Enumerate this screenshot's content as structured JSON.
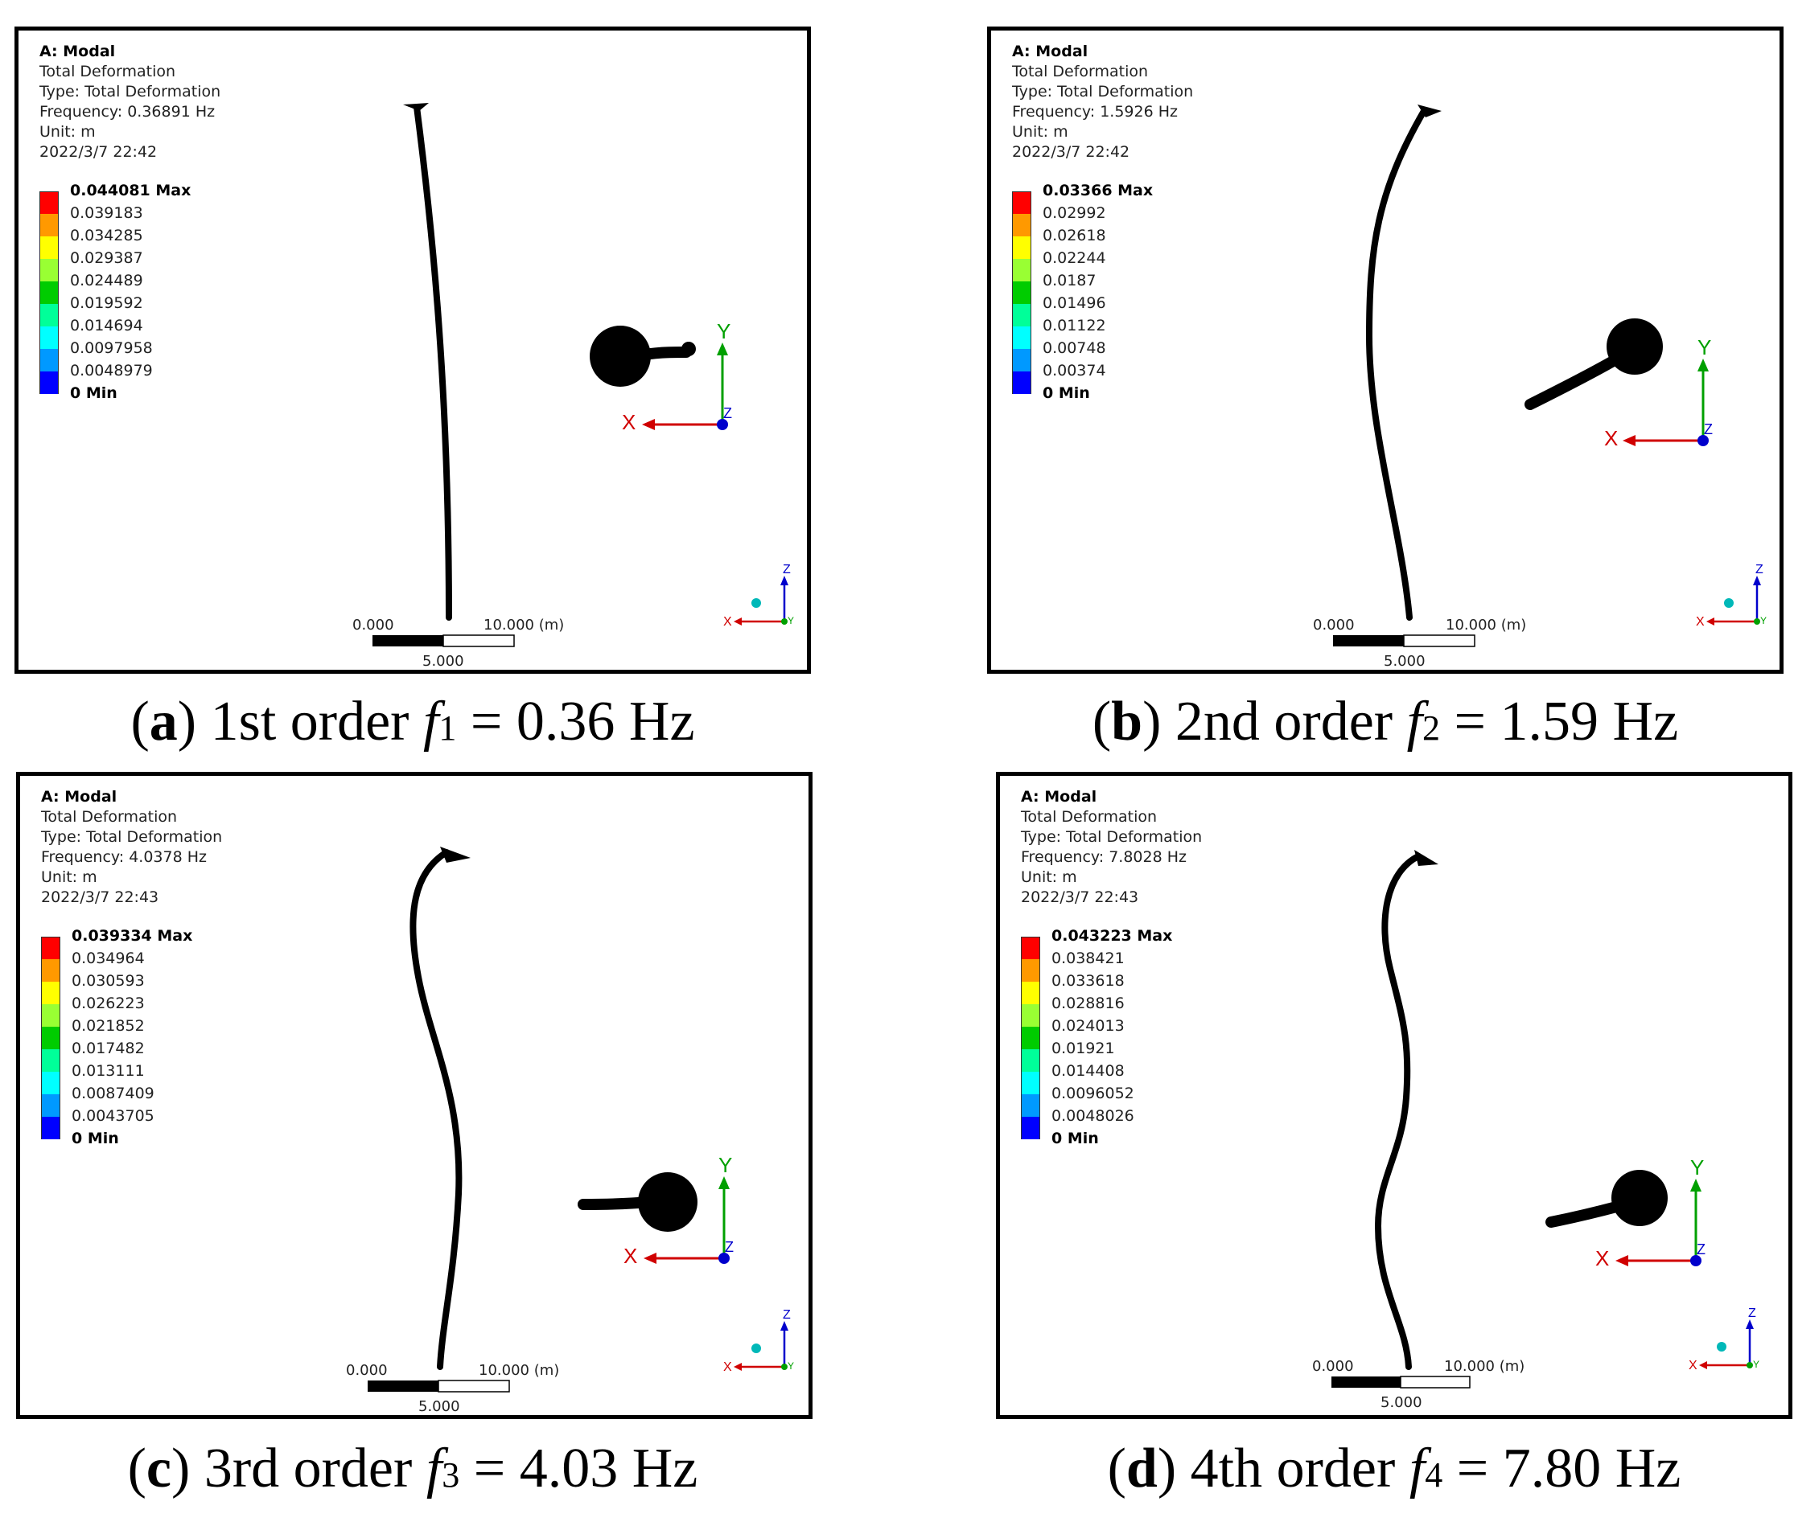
{
  "colors": {
    "legend_scale": [
      "#ff0000",
      "#ff9900",
      "#ffff00",
      "#99ff33",
      "#00cc00",
      "#00ff99",
      "#00ffff",
      "#0099ff",
      "#0000ff"
    ],
    "axis_x": "#d00000",
    "axis_y": "#00a000",
    "axis_z": "#0000cc",
    "axis_dot": "#00b8b8"
  },
  "panels": [
    {
      "info": {
        "title": "A: Modal",
        "result": "Total Deformation",
        "type": "Type: Total Deformation",
        "frequency": "Frequency: 0.36891 Hz",
        "unit": "Unit: m",
        "timestamp": "2022/3/7 22:42"
      },
      "legend": [
        "0.044081 Max",
        "0.039183",
        "0.034285",
        "0.029387",
        "0.024489",
        "0.019592",
        "0.014694",
        "0.0097958",
        "0.0048979",
        "0 Min"
      ],
      "scale": {
        "left": "0.000",
        "right": "10.000 (m)",
        "mid": "5.000"
      },
      "triad": {
        "x": "X",
        "y": "Y",
        "z": "Z"
      },
      "mini_triad": {
        "x": "X",
        "y": "Y",
        "z": "Z"
      },
      "caption": {
        "letter": "a",
        "text": " 1st order ",
        "f": "f",
        "sub": "1",
        "value": " = 0.36 Hz"
      }
    },
    {
      "info": {
        "title": "A: Modal",
        "result": "Total Deformation",
        "type": "Type: Total Deformation",
        "frequency": "Frequency: 1.5926 Hz",
        "unit": "Unit: m",
        "timestamp": "2022/3/7 22:42"
      },
      "legend": [
        "0.03366 Max",
        "0.02992",
        "0.02618",
        "0.02244",
        "0.0187",
        "0.01496",
        "0.01122",
        "0.00748",
        "0.00374",
        "0 Min"
      ],
      "scale": {
        "left": "0.000",
        "right": "10.000 (m)",
        "mid": "5.000"
      },
      "triad": {
        "x": "X",
        "y": "Y",
        "z": "Z"
      },
      "mini_triad": {
        "x": "X",
        "y": "Y",
        "z": "Z"
      },
      "caption": {
        "letter": "b",
        "text": " 2nd order ",
        "f": "f",
        "sub": "2",
        "value": " = 1.59 Hz"
      }
    },
    {
      "info": {
        "title": "A: Modal",
        "result": "Total Deformation",
        "type": "Type: Total Deformation",
        "frequency": "Frequency: 4.0378 Hz",
        "unit": "Unit: m",
        "timestamp": "2022/3/7 22:43"
      },
      "legend": [
        "0.039334 Max",
        "0.034964",
        "0.030593",
        "0.026223",
        "0.021852",
        "0.017482",
        "0.013111",
        "0.0087409",
        "0.0043705",
        "0 Min"
      ],
      "scale": {
        "left": "0.000",
        "right": "10.000 (m)",
        "mid": "5.000"
      },
      "triad": {
        "x": "X",
        "y": "Y",
        "z": "Z"
      },
      "mini_triad": {
        "x": "X",
        "y": "Y",
        "z": "Z"
      },
      "caption": {
        "letter": "c",
        "text": " 3rd order ",
        "f": "f",
        "sub": "3",
        "value": " = 4.03 Hz"
      }
    },
    {
      "info": {
        "title": "A: Modal",
        "result": "Total Deformation",
        "type": "Type: Total Deformation",
        "frequency": "Frequency: 7.8028 Hz",
        "unit": "Unit: m",
        "timestamp": "2022/3/7 22:43"
      },
      "legend": [
        "0.043223 Max",
        "0.038421",
        "0.033618",
        "0.028816",
        "0.024013",
        "0.01921",
        "0.014408",
        "0.0096052",
        "0.0048026",
        "0 Min"
      ],
      "scale": {
        "left": "0.000",
        "right": "10.000 (m)",
        "mid": "5.000"
      },
      "triad": {
        "x": "X",
        "y": "Y",
        "z": "Z"
      },
      "mini_triad": {
        "x": "X",
        "y": "Y",
        "z": "Z"
      },
      "caption": {
        "letter": "d",
        "text": " 4th order ",
        "f": "f",
        "sub": "4",
        "value": " = 7.80 Hz"
      }
    }
  ]
}
